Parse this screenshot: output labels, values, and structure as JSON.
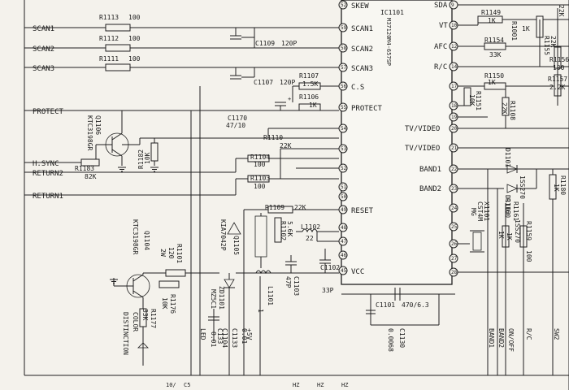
{
  "ic": {
    "ref": "IC1101",
    "part": "M37120M4-657SP"
  },
  "pins_left": {
    "skew": {
      "num": "52",
      "label": "SKEW"
    },
    "scan1": {
      "num": "59",
      "label": "SCAN1"
    },
    "scan2": {
      "num": "58",
      "label": "SCAN2"
    },
    "scan3": {
      "num": "57",
      "label": "SCAN3"
    },
    "cs": {
      "num": "56",
      "label": "C.S"
    },
    "protect": {
      "num": "55",
      "label": "PROTECT"
    },
    "p54": {
      "num": "54"
    },
    "p53": {
      "num": "53"
    },
    "p52": {
      "num": "52"
    },
    "p51": {
      "num": "51"
    },
    "p50": {
      "num": "50"
    },
    "reset": {
      "num": "49",
      "label": "RESET"
    },
    "p48": {
      "num": "48"
    },
    "p47": {
      "num": "47"
    },
    "p46": {
      "num": "46"
    },
    "vcc": {
      "num": "45",
      "label": "VCC"
    }
  },
  "pins_right": {
    "sda": {
      "num": "9",
      "label": "SDA"
    },
    "vt": {
      "num": "10",
      "label": "VT"
    },
    "afc": {
      "num": "12",
      "label": "AFC"
    },
    "rc": {
      "num": "14",
      "label": "R/C"
    },
    "p17": {
      "num": "17"
    },
    "p18": {
      "num": "18"
    },
    "p19": {
      "num": "19"
    },
    "tvvideo1": {
      "num": "20",
      "label": "TV/VIDEO"
    },
    "tvvideo2": {
      "num": "21",
      "label": "TV/VIDEO"
    },
    "band1": {
      "num": "22",
      "label": "BAND1"
    },
    "band2": {
      "num": "23",
      "label": "BAND2"
    },
    "p24": {
      "num": "24"
    },
    "p25": {
      "num": "25"
    },
    "p26": {
      "num": "26"
    },
    "p27": {
      "num": "27"
    },
    "p28": {
      "num": "28"
    }
  },
  "connectors": {
    "scan1": "SCAN1",
    "scan2": "SCAN2",
    "scan3": "SCAN3",
    "protect": "PROTECT",
    "hsync": "H.SYNC",
    "return2": "RETURN2",
    "return1": "RETURN1",
    "bottom": [
      "LED",
      "C133",
      "+5V",
      "BAND1",
      "BAND2",
      "ON/OFF",
      "R/C",
      "SW2"
    ],
    "edge": [
      "10/",
      "C5",
      "HZ",
      "HZ",
      "HZ"
    ]
  },
  "resistors": {
    "r1113": {
      "ref": "R1113",
      "value": "100"
    },
    "r1112": {
      "ref": "R1112",
      "value": "100"
    },
    "r1111": {
      "ref": "R1111",
      "value": "100"
    },
    "r1107": {
      "ref": "R1107",
      "value": "1.5K"
    },
    "r1106": {
      "ref": "R1106",
      "value": "1K"
    },
    "r1110": {
      "ref": "R1110",
      "value": "22K"
    },
    "r1104": {
      "ref": "R1104",
      "value": "100"
    },
    "r1103": {
      "ref": "R1103",
      "value": "100"
    },
    "r1109": {
      "ref": "R1109",
      "value": "22K"
    },
    "r1182": {
      "ref": "R1182",
      "value": "10K"
    },
    "r1183": {
      "ref": "R1183",
      "value": "82K"
    },
    "r1102": {
      "ref": "R1102",
      "value": "5.6K"
    },
    "r1101": {
      "ref": "R1101",
      "value": "120",
      "extra": "2W"
    },
    "r1176": {
      "ref": "R1176",
      "value": "10K"
    },
    "r1177": {
      "ref": "R1177",
      "value": "33K"
    },
    "r1149": {
      "ref": "R1149",
      "value": "1K"
    },
    "r1154": {
      "ref": "R1154",
      "value": "33K"
    },
    "r1001": {
      "ref": "R1001",
      "value": "1K"
    },
    "r1150": {
      "ref": "R1150",
      "value": "1K"
    },
    "r1151": {
      "ref": "R1151",
      "value": "10K"
    },
    "r1108": {
      "ref": "R1108",
      "value": "22K"
    },
    "r1155": {
      "ref": "R1155",
      "value": "22K"
    },
    "r1156": {
      "ref": "R1156",
      "value": "100"
    },
    "r1157": {
      "ref": "R1157",
      "value": "2.2K"
    },
    "r1160": {
      "ref": "R1160",
      "value": "1K"
    },
    "r1159": {
      "ref": "R1159",
      "value": "100"
    },
    "r1161": {
      "ref": "R1161",
      "value": "1K"
    },
    "r1180": {
      "ref": "R1180",
      "value": "1K"
    }
  },
  "capacitors": {
    "c1109": {
      "ref": "C1109",
      "value": "120P"
    },
    "c1107": {
      "ref": "C1107",
      "value": "120P"
    },
    "c1170": {
      "ref": "C1170",
      "value": "47/10"
    },
    "c1103": {
      "ref": "C1103",
      "value": "47P"
    },
    "c1102": {
      "ref": "C1102",
      "value": "33P"
    },
    "c1101": {
      "ref": "C1101",
      "value": "470/6.3"
    },
    "c1130": {
      "ref": "C1130",
      "value": "0.0068"
    },
    "c1133": {
      "ref": "C1133",
      "value": "0.01"
    },
    "c1104": {
      "ref": "C1104",
      "value": "0.01"
    }
  },
  "semis": {
    "q1106": {
      "ref": "Q1106",
      "part": "KTC3198GR"
    },
    "q1104": {
      "ref": "Q1104",
      "part": "KTC3198GR"
    },
    "q1105": {
      "ref": "Q1105",
      "part": "KIA7042P"
    },
    "zd1101": {
      "ref": "ZD1101",
      "part": "MZ5C1"
    },
    "d1101": {
      "ref": "D1101",
      "part": "1SS270"
    },
    "d1102": {
      "ref": "D1102",
      "part": "1SS270"
    },
    "x1101": {
      "ref": "X1101",
      "part": "CST4M",
      "extra": "MG"
    }
  },
  "misc": {
    "l1102": {
      "ref": "L1102",
      "value": "22"
    },
    "l1101": {
      "ref": "L1101",
      "value": "1"
    },
    "color_label": "COLOR",
    "distinction_label": "DISTINCTION",
    "top_right_value": "22K"
  }
}
